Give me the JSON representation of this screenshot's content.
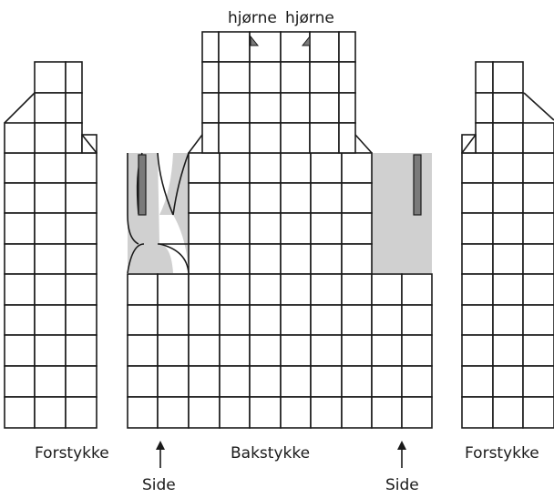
{
  "labels": {
    "corner_left": "hjørne",
    "corner_right": "hjørne",
    "front_left": "Forstykke",
    "back": "Bakstykke",
    "front_right": "Forstykke",
    "side_left": "Side",
    "side_right": "Side"
  },
  "colors": {
    "line": "#1a1a1a",
    "shading": "#d0d0d0",
    "marker": "#7a7a7a",
    "background": "#ffffff"
  }
}
